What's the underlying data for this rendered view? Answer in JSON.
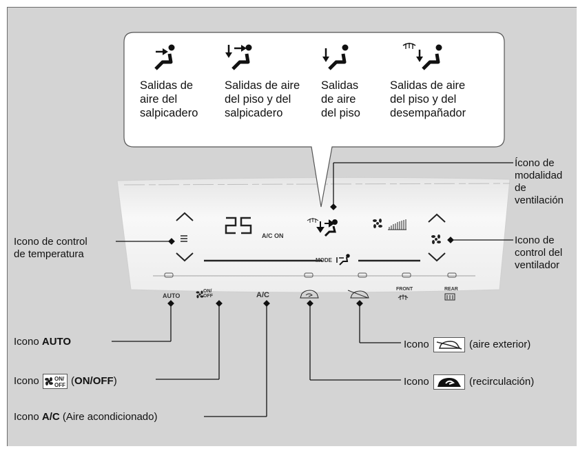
{
  "bubble": {
    "modes": [
      {
        "label_l1": "Salidas de",
        "label_l2": "aire del",
        "label_l3": "salpicadero",
        "icon": "dashboard-vent-icon"
      },
      {
        "label_l1": "Salidas de aire",
        "label_l2": "del piso y del",
        "label_l3": "salpicadero",
        "icon": "floor-dashboard-vent-icon"
      },
      {
        "label_l1": "Salidas",
        "label_l2": "de aire",
        "label_l3": "del piso",
        "icon": "floor-vent-icon"
      },
      {
        "label_l1": "Salidas de aire",
        "label_l2": "del piso y del",
        "label_l3": "desempañador",
        "icon": "floor-defrost-vent-icon"
      }
    ]
  },
  "panel": {
    "temp_display": "25",
    "ac_on": "A/C ON",
    "mode_label": "MODE",
    "buttons": {
      "auto": "AUTO",
      "onoff_top": "ON/",
      "onoff_bottom": "OFF",
      "ac": "A/C",
      "front": "FRONT",
      "rear": "REAR"
    }
  },
  "callouts": {
    "vent_mode": {
      "l1": "Ícono de",
      "l2": "modalidad",
      "l3": "de",
      "l4": "ventilación"
    },
    "temp_control": {
      "l1": "Icono de control",
      "l2": "de temperatura"
    },
    "fan_control": {
      "l1": "Icono de",
      "l2": "control del",
      "l3": "ventilador"
    },
    "auto": {
      "prefix": "Icono ",
      "bold": "AUTO"
    },
    "onoff": {
      "prefix": "Icono ",
      "onoff_top": "ON/",
      "onoff_bottom": "OFF",
      "paren_open": " (",
      "bold": "ON/OFF",
      "paren_close": ")"
    },
    "ac": {
      "prefix": "Icono ",
      "bold": "A/C",
      "suffix": " (Aire acondicionado)"
    },
    "outside_air": {
      "prefix": "Icono ",
      "suffix": " (aire exterior)"
    },
    "recirculation": {
      "prefix": "Icono ",
      "suffix": " (recirculación)"
    }
  }
}
